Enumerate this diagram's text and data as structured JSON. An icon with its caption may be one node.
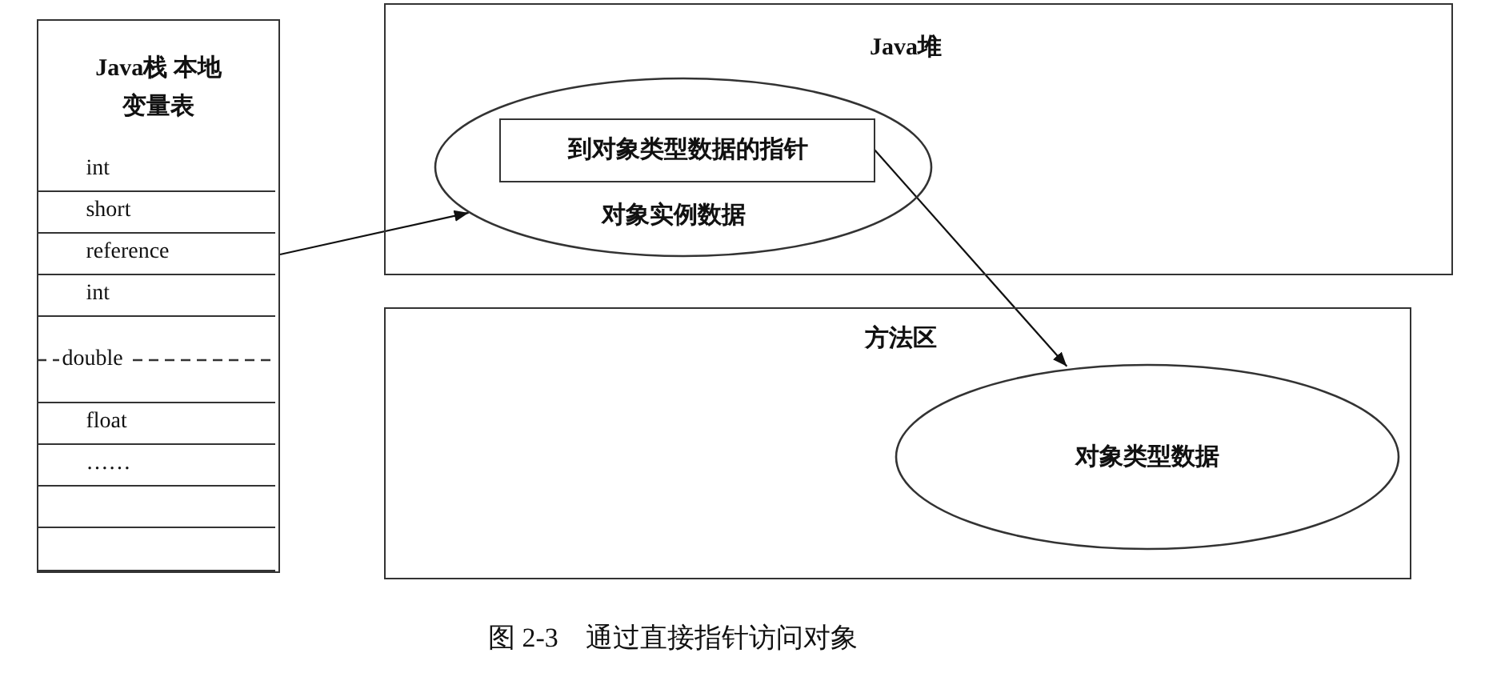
{
  "diagram": {
    "caption": "图 2-3　通过直接指针访问对象",
    "nodes": [
      {
        "text": [
          "Java栈 本地变量表"
        ]
      },
      {
        "text": [
          "int"
        ],
        "in": 0
      },
      {
        "text": [
          "short"
        ],
        "in": 0
      },
      {
        "text": [
          "reference"
        ],
        "in": 0
      },
      {
        "text": [
          "int"
        ],
        "in": 0
      },
      {
        "text": [
          "double"
        ],
        "in": 0
      },
      {
        "text": [
          "float"
        ],
        "in": 0
      },
      {
        "text": [
          "……"
        ],
        "in": 0
      },
      {
        "text": [],
        "shape": "box",
        "in": 0
      },
      {
        "text": [],
        "shape": "box",
        "in": 0
      },
      {
        "text": [
          "Java堆"
        ]
      },
      {
        "text": [
          "对象实例数据"
        ],
        "in": 10
      },
      {
        "text": [
          "到对象类型数据的指针"
        ],
        "in": 11
      },
      {
        "text": [
          "方法区"
        ]
      },
      {
        "text": [
          "对象类型数据"
        ],
        "in": 13
      }
    ],
    "edges": [
      {
        "from": 3,
        "to": 11,
        "arrow": "to"
      },
      {
        "from": 12,
        "to": 14,
        "arrow": "to"
      }
    ]
  }
}
